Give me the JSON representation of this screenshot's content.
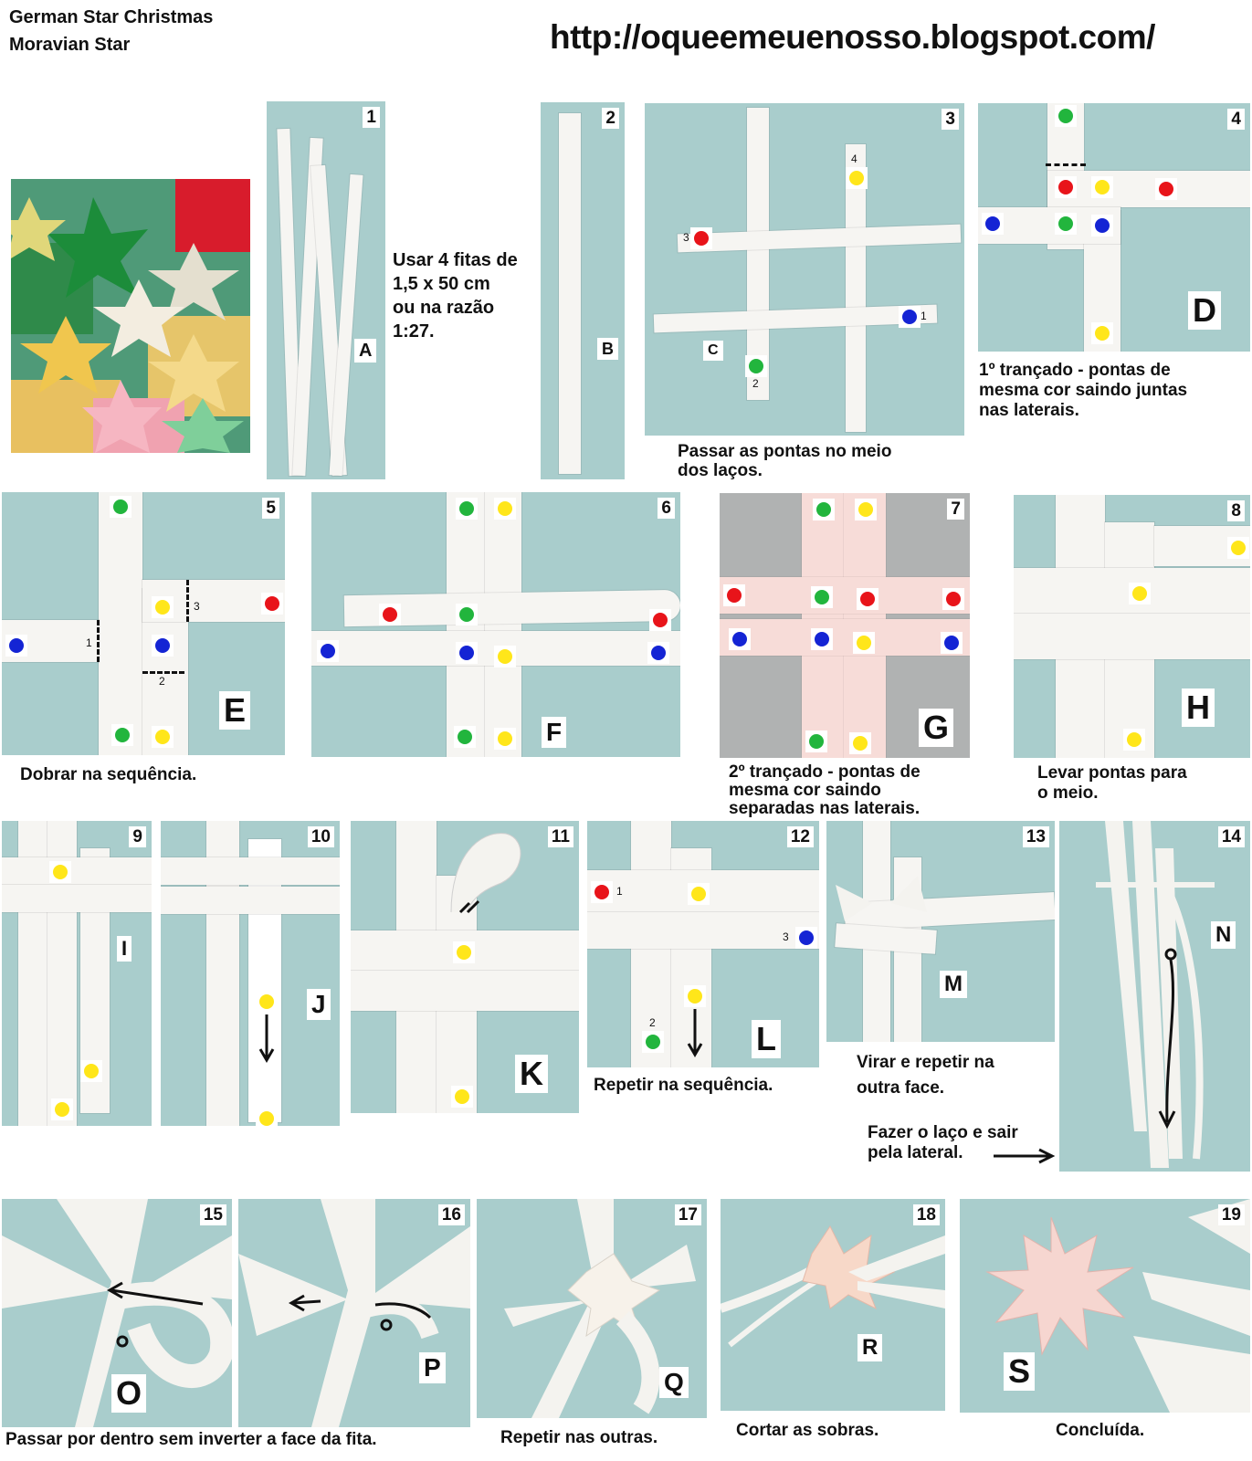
{
  "header": {
    "title_line1": "German Star Christmas",
    "title_line2": "Moravian Star",
    "url": "http://oqueemeuenosso.blogspot.com/"
  },
  "colors": {
    "panel_bg": "#a9cdcc",
    "red": "#e8141a",
    "green": "#22b53d",
    "yellow": "#ffe61a",
    "blue": "#1424d4"
  },
  "steps": {
    "s1": {
      "num": "1",
      "letter": "A"
    },
    "s2": {
      "num": "2",
      "letter": "B"
    },
    "s3": {
      "num": "3",
      "letter": "C",
      "label3": "3",
      "label4": "4",
      "label1": "1",
      "label2": "2"
    },
    "s4": {
      "num": "4",
      "letter": "D"
    },
    "s5": {
      "num": "5",
      "letter": "E",
      "fold1": "1",
      "fold2": "2",
      "fold3": "3"
    },
    "s6": {
      "num": "6",
      "letter": "F"
    },
    "s7": {
      "num": "7",
      "letter": "G"
    },
    "s8": {
      "num": "8",
      "letter": "H"
    },
    "s9": {
      "num": "9",
      "letter": "I"
    },
    "s10": {
      "num": "10",
      "letter": "J"
    },
    "s11": {
      "num": "11",
      "letter": "K"
    },
    "s12": {
      "num": "12",
      "letter": "L",
      "lab1": "1",
      "lab2": "2",
      "lab3": "3"
    },
    "s13": {
      "num": "13",
      "letter": "M"
    },
    "s14": {
      "num": "14",
      "letter": "N"
    },
    "s15": {
      "num": "15",
      "letter": "O"
    },
    "s16": {
      "num": "16",
      "letter": "P"
    },
    "s17": {
      "num": "17",
      "letter": "Q"
    },
    "s18": {
      "num": "18",
      "letter": "R"
    },
    "s19": {
      "num": "19",
      "letter": "S"
    }
  },
  "captions": {
    "materials": [
      "Usar 4 fitas de",
      "1,5 x 50 cm",
      "ou na razão",
      "1:27."
    ],
    "step3": [
      "Passar as pontas no meio",
      "dos laços."
    ],
    "step4": [
      "1º trançado - pontas de",
      "mesma cor saindo juntas",
      "nas laterais."
    ],
    "step5": "Dobrar na sequência.",
    "step7": [
      "2º trançado - pontas de",
      "mesma cor saindo",
      "separadas nas laterais."
    ],
    "step8": [
      "Levar pontas para",
      "o meio."
    ],
    "step12": "Repetir na sequência.",
    "step13": [
      "Virar e repetir na",
      "outra face."
    ],
    "step14": [
      "Fazer o laço e sair",
      "pela lateral."
    ],
    "step15_16": "Passar por dentro sem inverter a face da fita.",
    "step17": "Repetir nas outras.",
    "step18": "Cortar as sobras.",
    "step19": "Concluída."
  }
}
